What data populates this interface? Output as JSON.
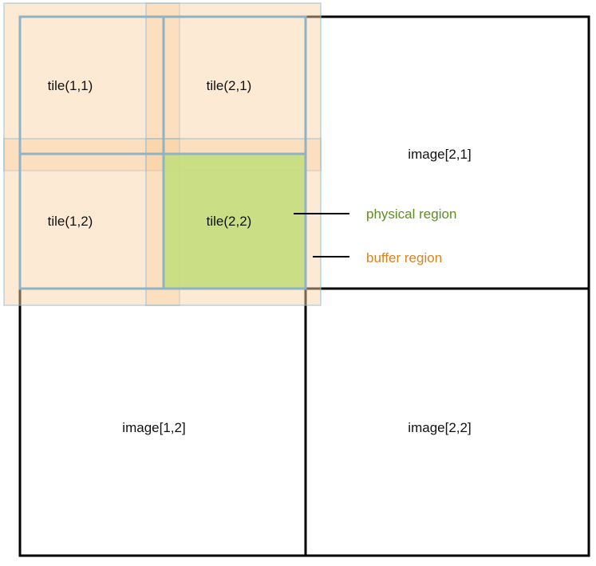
{
  "images": [
    {
      "id": "image-1-1",
      "label": ""
    },
    {
      "id": "image-2-1",
      "label": "image[2,1]"
    },
    {
      "id": "image-1-2",
      "label": "image[1,2]"
    },
    {
      "id": "image-2-2",
      "label": "image[2,2]"
    }
  ],
  "tiles": [
    {
      "id": "tile-1-1",
      "label": "tile(1,1)"
    },
    {
      "id": "tile-2-1",
      "label": "tile(2,1)"
    },
    {
      "id": "tile-1-2",
      "label": "tile(1,2)"
    },
    {
      "id": "tile-2-2",
      "label": "tile(2,2)"
    }
  ],
  "legend": {
    "physical": {
      "label": "physical region",
      "color": "#5d8f1f"
    },
    "buffer": {
      "label": "buffer region",
      "color": "#d9821e"
    }
  },
  "colors": {
    "buffer_fill": "#fbd3a8",
    "physical_fill": "#c6dd7e",
    "tile_border": "#8fbcd4",
    "image_border": "#000000"
  }
}
